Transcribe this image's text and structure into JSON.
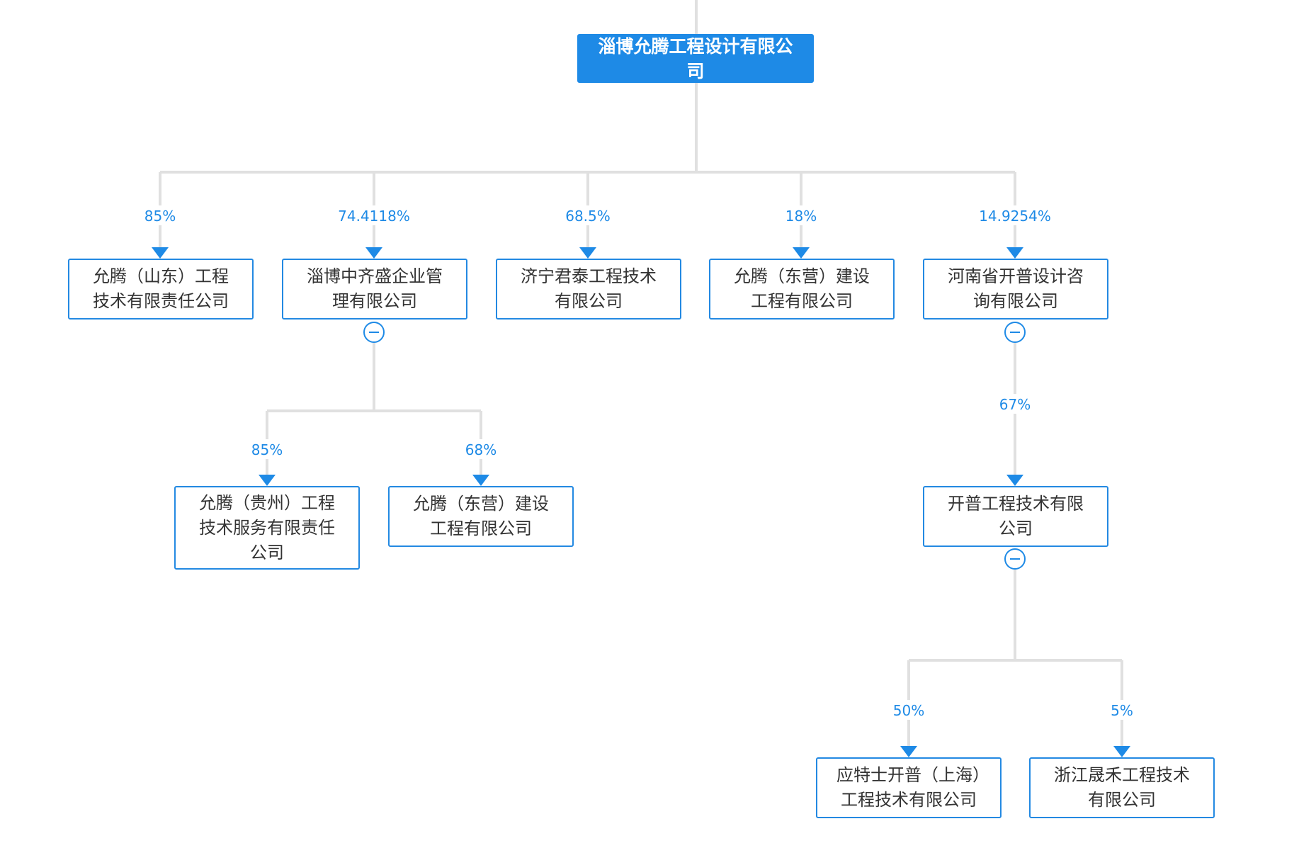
{
  "root": {
    "label": "淄博允腾工程设计有限公司"
  },
  "level1": [
    {
      "percent": "85%",
      "label": "允腾（山东）工程技术有限责任公司"
    },
    {
      "percent": "74.4118%",
      "label": "淄博中齐盛企业管理有限公司"
    },
    {
      "percent": "68.5%",
      "label": "济宁君泰工程技术有限公司"
    },
    {
      "percent": "18%",
      "label": "允腾（东营）建设工程有限公司"
    },
    {
      "percent": "14.9254%",
      "label": "河南省开普设计咨询有限公司"
    }
  ],
  "zhongqisheng_children": [
    {
      "percent": "85%",
      "label": "允腾（贵州）工程技术服务有限责任公司"
    },
    {
      "percent": "68%",
      "label": "允腾（东营）建设工程有限公司"
    }
  ],
  "kaipu_child": {
    "percent": "67%",
    "label": "开普工程技术有限公司"
  },
  "kaipu_gongcheng_children": [
    {
      "percent": "50%",
      "label": "应特士开普（上海）工程技术有限公司"
    },
    {
      "percent": "5%",
      "label": "浙江晟禾工程技术有限公司"
    }
  ]
}
